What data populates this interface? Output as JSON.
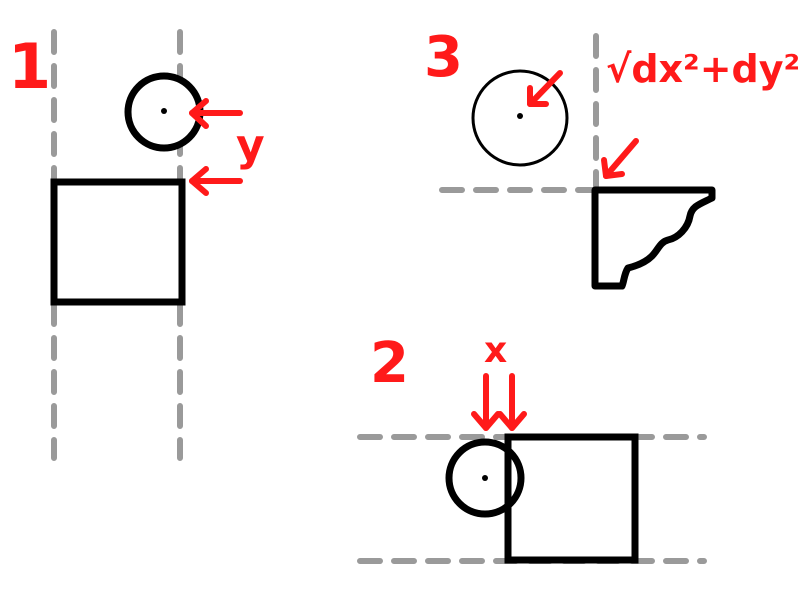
{
  "colors": {
    "ink": "#000000",
    "annotation": "#ff1a1a",
    "guide": "#9a9a9a",
    "background": "#ffffff"
  },
  "panels": [
    {
      "number_label": "1",
      "variable_label": "y"
    },
    {
      "number_label": "3",
      "formula_label": "√dx²+dy²"
    },
    {
      "number_label": "2",
      "variable_label": "x"
    }
  ]
}
